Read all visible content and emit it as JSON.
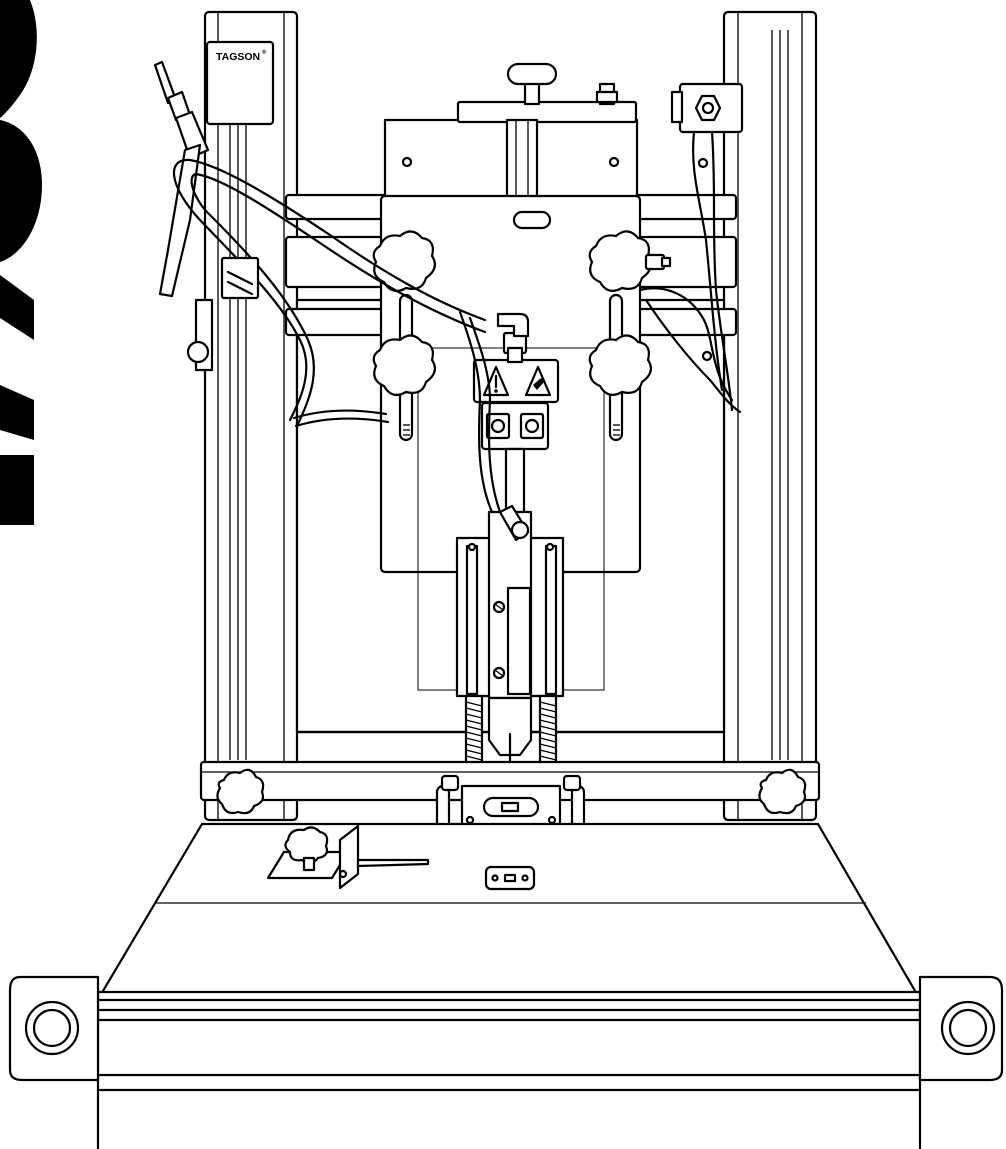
{
  "brand_label": "TAGSON",
  "brand_mark": "®",
  "side_watermark": "TAGS",
  "warning_symbols": [
    "exclamation-warning",
    "hand-crush-warning"
  ]
}
